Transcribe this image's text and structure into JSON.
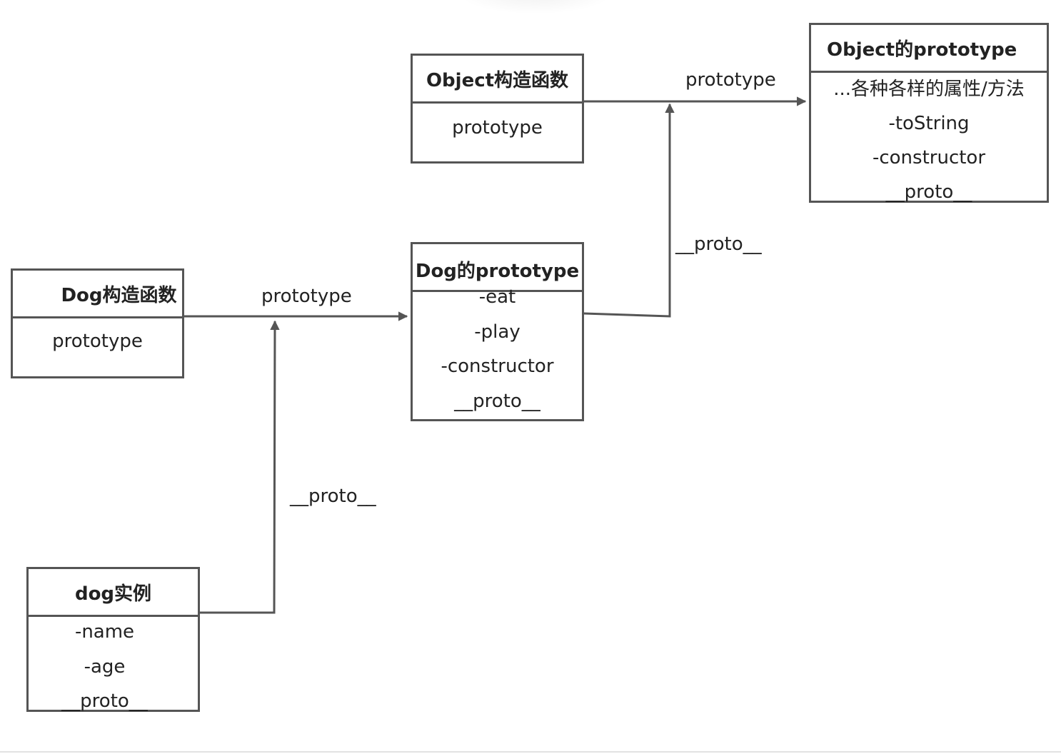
{
  "colors": {
    "line": "#555555",
    "text": "#222222",
    "background": "#ffffff"
  },
  "boxes": {
    "object_ctor": {
      "title": "Object构造函数",
      "items": [
        "prototype"
      ]
    },
    "object_proto": {
      "title": "Object的prototype",
      "items": [
        "...各种各样的属性/方法",
        "-toString",
        "-constructor",
        "__proto__"
      ]
    },
    "dog_proto": {
      "title": "Dog的prototype",
      "items": [
        "-eat",
        "-play",
        "-constructor",
        "__proto__"
      ]
    },
    "dog_ctor": {
      "title": "Dog构造函数",
      "items": [
        "prototype"
      ]
    },
    "dog_instance": {
      "title": "dog实例",
      "items": [
        "-name",
        "-age",
        "__proto__"
      ]
    }
  },
  "edges": {
    "object_ctor_to_object_proto": "prototype",
    "dog_proto_to_object_proto": "__proto__",
    "dog_ctor_to_dog_proto": "prototype",
    "dog_instance_to_dog_proto": "__proto__"
  }
}
